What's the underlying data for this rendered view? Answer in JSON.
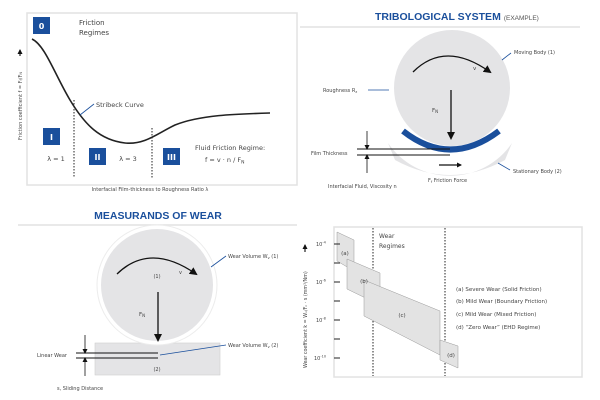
{
  "friction_regimes": {
    "title_line1": "Friction",
    "title_line2": "Regimes",
    "badges": [
      "0",
      "I",
      "II",
      "III"
    ],
    "lambda_1": "λ = 1",
    "lambda_3": "λ = 3",
    "curve_label": "Stribeck Curve",
    "fluid_regime_label": "Fluid Friction Regime:",
    "fluid_formula": "f = v · n / F",
    "fluid_formula_sub": "N",
    "y_axis_label": "Friction coefficient f = F",
    "y_axis_label_sub1": "f",
    "y_axis_mid": "/F",
    "y_axis_label_sub2": "N",
    "x_axis_label": "Interfacial Film-thickness to Roughness Ratio λ"
  },
  "tribological_system": {
    "title": "TRIBOLOGICAL SYSTEM",
    "title_suffix": "(EXAMPLE)",
    "moving_body": "Moving Body (1)",
    "roughness": "Roughness R",
    "roughness_sub": "z",
    "velocity": "v",
    "normal_force": "F",
    "normal_force_sub": "N",
    "film_thickness": "Film Thickness",
    "stationary_body": "Stationary Body (2)",
    "friction_force": "F",
    "friction_force_sub": "f",
    "friction_force_label": " Friction Force",
    "interfacial_fluid": "Interfacial Fluid, Viscosity n"
  },
  "measurands_of_wear": {
    "title": "MEASURANDS OF WEAR",
    "wear_volume_1": "Wear Volume W",
    "wear_volume_1_suffix": " (1)",
    "wear_volume_2": "Wear Volume W",
    "wear_volume_2_suffix": " (2)",
    "wear_sub": "v",
    "body_1": "(1)",
    "body_2": "(2)",
    "velocity": "v",
    "normal_force": "F",
    "normal_force_sub": "N",
    "linear_wear": "Linear Wear",
    "sliding_distance": "s, Sliding Distance"
  },
  "wear_regimes": {
    "title_line1": "Wear",
    "title_line2": "Regimes",
    "y_axis_label": "Wear coefficient k = Wᵥ/Fₙ · s (mm³/Nm)",
    "y_ticks": [
      {
        "base": "10",
        "exp": "-4"
      },
      {
        "base": "10",
        "exp": "-6"
      },
      {
        "base": "10",
        "exp": "-8"
      },
      {
        "base": "10",
        "exp": "-10"
      }
    ],
    "regions": [
      "(a)",
      "(b)",
      "(c)",
      "(d)"
    ],
    "legend": [
      "(a) Severe Wear (Solid Friction)",
      "(b) Mild Wear (Boundary Friction)",
      "(c) Mild Wear (Mixed Friction)",
      "(d) “Zero Wear” (EHD Regime)"
    ]
  },
  "colors": {
    "accent": "#1a4f9c",
    "region_fill": "#e3e3e3",
    "body_fill": "#e4e4e6"
  }
}
